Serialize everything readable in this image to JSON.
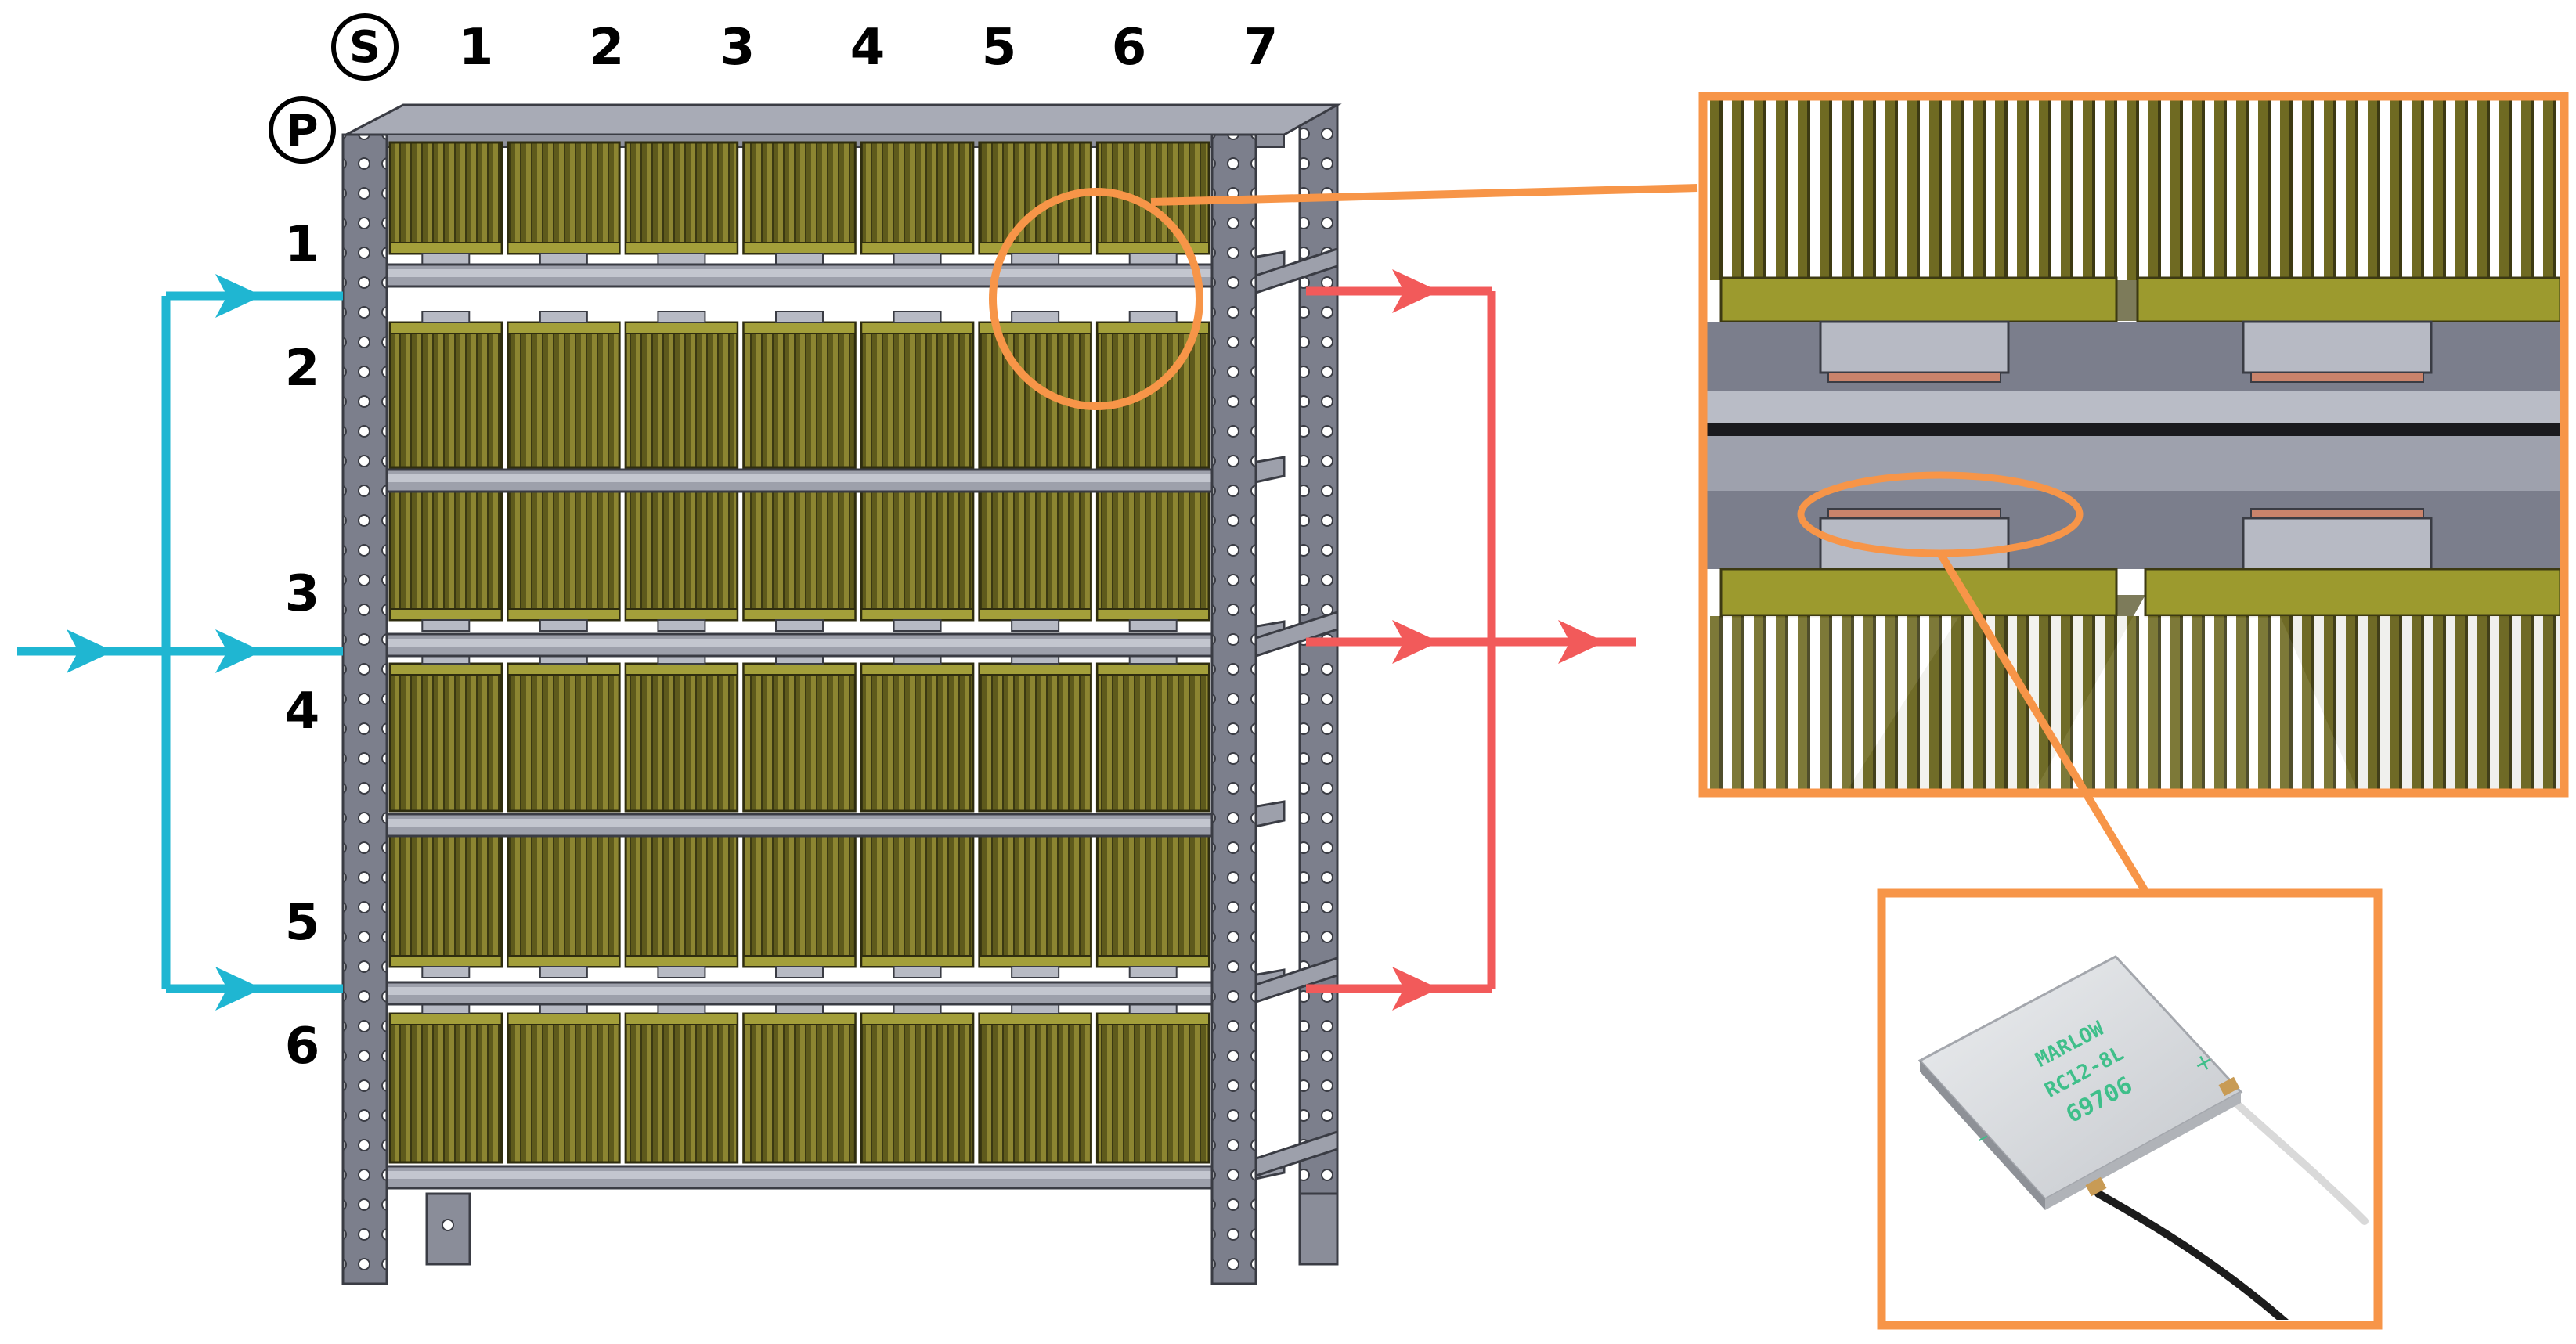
{
  "labels": {
    "series_symbol": "S",
    "parallel_symbol": "P",
    "columns": [
      "1",
      "2",
      "3",
      "4",
      "5",
      "6",
      "7"
    ],
    "rows": [
      "1",
      "2",
      "3",
      "4",
      "5",
      "6"
    ]
  },
  "module": {
    "brand": "MARLOW",
    "model": "RC12-8L",
    "serial": "69706",
    "plus": "+",
    "minus": "–"
  },
  "colors": {
    "inlet": "#1fb6d2",
    "outlet": "#f25a5a",
    "callout": "#f79548",
    "rack": "#8a8d99",
    "heatsink": "#6f6a1e"
  },
  "icons": {
    "inlet_arrows": "arrow-right-icon",
    "outlet_arrows": "arrow-right-icon"
  }
}
